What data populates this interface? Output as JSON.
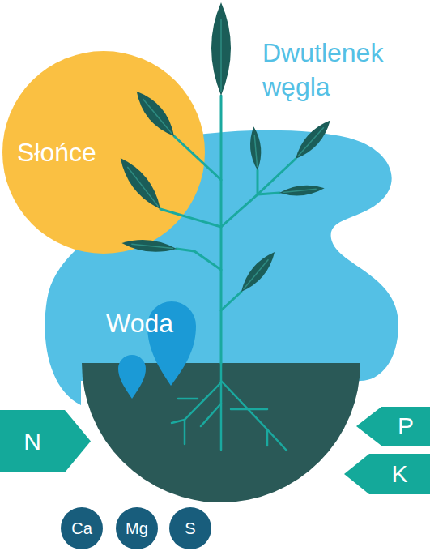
{
  "diagram": {
    "nodes": [
      {
        "text": [
          "Słońce"
        ]
      },
      {
        "text": [
          "N"
        ]
      },
      {
        "text": [
          "P"
        ]
      },
      {
        "text": [
          "K"
        ]
      },
      {
        "text": [
          "Ca"
        ]
      },
      {
        "text": [
          "Mg"
        ]
      },
      {
        "text": [
          "S"
        ]
      }
    ],
    "labels": [
      "Dwutlenek węgla",
      "Woda"
    ]
  }
}
